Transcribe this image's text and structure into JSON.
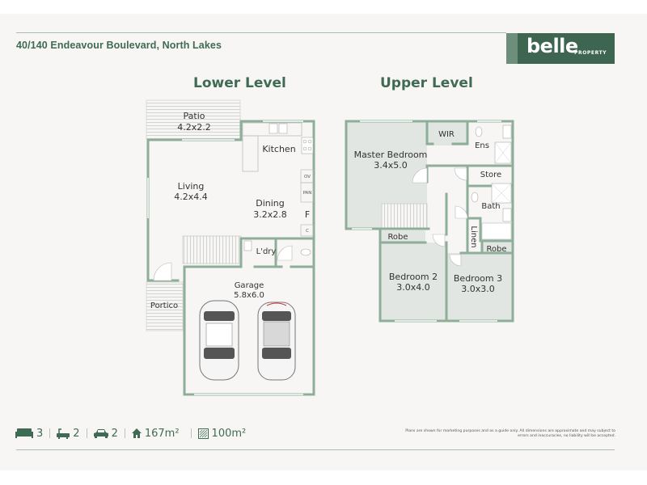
{
  "header": {
    "address": "40/140 Endeavour Boulevard, North Lakes",
    "logo": {
      "word": "belle",
      "sub": "PROPERTY"
    }
  },
  "colors": {
    "brand": "#3e6550",
    "wall": "#8fae9a",
    "bedroom_fill": "#e1e6e2",
    "page_bg": "#f7f6f4"
  },
  "levels": {
    "lower": {
      "title": "Lower Level",
      "rooms": {
        "patio": {
          "name": "Patio",
          "size": "4.2x2.2"
        },
        "kitchen": {
          "name": "Kitchen"
        },
        "living": {
          "name": "Living",
          "size": "4.2x4.4"
        },
        "dining": {
          "name": "Dining",
          "size": "3.2x2.8"
        },
        "fridge": {
          "name": "F"
        },
        "oven": {
          "name": "OV"
        },
        "pantry": {
          "name": "PAN"
        },
        "cupboard": {
          "name": "C"
        },
        "laundry": {
          "name": "L'dry"
        },
        "garage": {
          "name": "Garage",
          "size": "5.8x6.0"
        },
        "portico": {
          "name": "Portico"
        }
      }
    },
    "upper": {
      "title": "Upper Level",
      "rooms": {
        "master": {
          "name": "Master Bedroom",
          "size": "3.4x5.0"
        },
        "wir": {
          "name": "WIR"
        },
        "ensuite": {
          "name": "Ens"
        },
        "store": {
          "name": "Store"
        },
        "bath": {
          "name": "Bath"
        },
        "linen": {
          "name": "Linen"
        },
        "robe1": {
          "name": "Robe"
        },
        "robe2": {
          "name": "Robe"
        },
        "bed2": {
          "name": "Bedroom 2",
          "size": "3.0x4.0"
        },
        "bed3": {
          "name": "Bedroom 3",
          "size": "3.0x3.0"
        }
      }
    }
  },
  "stats": {
    "bedrooms": {
      "icon": "bed-icon",
      "value": "3"
    },
    "bathrooms": {
      "icon": "bath-icon",
      "value": "2"
    },
    "cars": {
      "icon": "car-icon",
      "value": "2"
    },
    "house_area": {
      "icon": "house-icon",
      "value": "167m²"
    },
    "land_area": {
      "icon": "land-icon",
      "value": "100m²"
    }
  },
  "disclaimer": "Plans are shown for marketing purposes and as a guide only. All dimensions are approximate and may subject to errors and inaccuracies, no liability will be accepted."
}
